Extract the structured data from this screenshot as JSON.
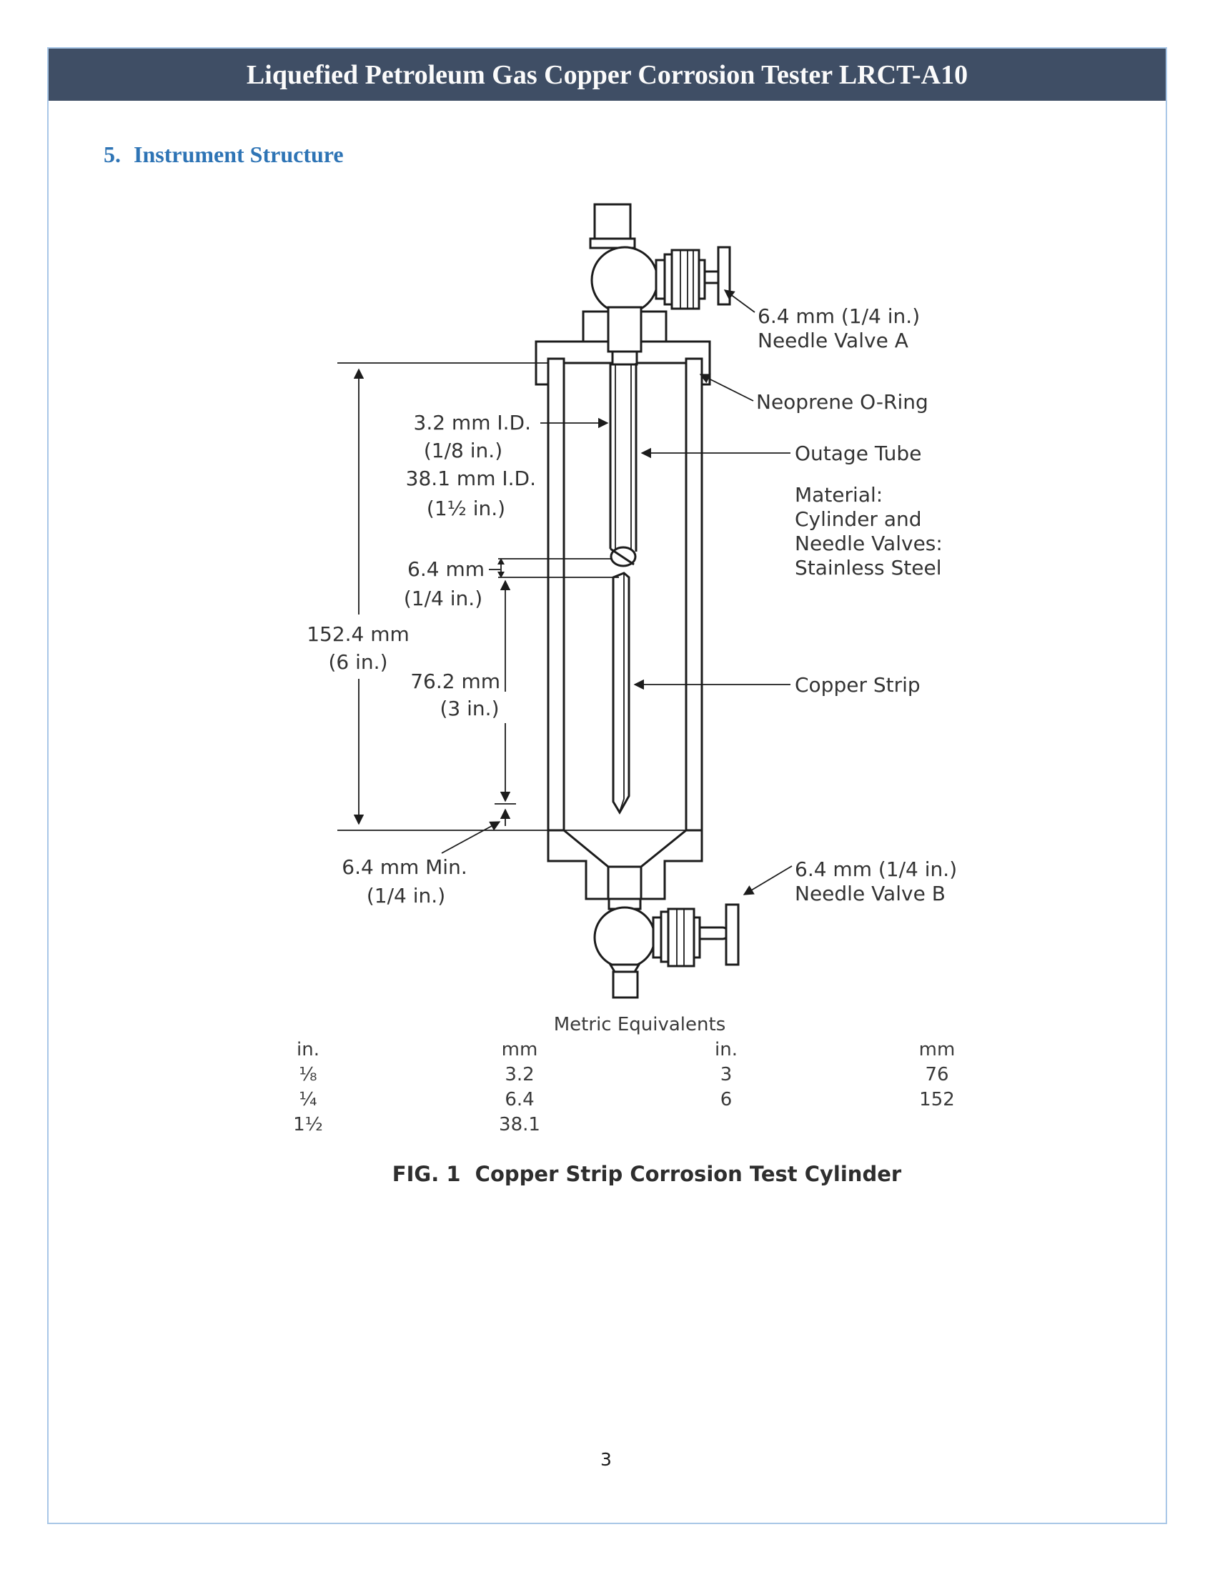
{
  "header": {
    "title": "Liquefied Petroleum Gas Copper Corrosion Tester LRCT-A10"
  },
  "section": {
    "number": "5.",
    "title": "Instrument Structure"
  },
  "figure": {
    "labels": {
      "valve_a_line1": "6.4 mm (1/4 in.)",
      "valve_a_line2": "Needle Valve A",
      "oring": "Neoprene O-Ring",
      "outage_tube": "Outage Tube",
      "material_line1": "Material:",
      "material_line2": "Cylinder and",
      "material_line3": "Needle Valves:",
      "material_line4": "Stainless Steel",
      "copper_strip": "Copper Strip",
      "valve_b_line1": "6.4 mm (1/4 in.)",
      "valve_b_line2": "Needle Valve B",
      "id_small_line1": "3.2 mm I.D.",
      "id_small_line2": "(1/8 in.)",
      "id_large_line1": "38.1 mm I.D.",
      "id_large_line2": "(1½ in.)",
      "gap_top_line1": "6.4 mm",
      "gap_top_line2": "(1/4 in.)",
      "height_line1": "152.4 mm",
      "height_line2": "(6 in.)",
      "strip_line1": "76.2 mm",
      "strip_line2": "(3 in.)",
      "gap_bottom_line1": "6.4 mm Min.",
      "gap_bottom_line2": "(1/4 in.)"
    },
    "caption": "FIG. 1  Copper Strip Corrosion Test Cylinder"
  },
  "table": {
    "title": "Metric Equivalents",
    "col1": {
      "header": "in.",
      "rows": [
        "⅛",
        "¼",
        "1½"
      ]
    },
    "col2": {
      "header": "mm",
      "rows": [
        "3.2",
        "6.4",
        "38.1"
      ]
    },
    "col3": {
      "header": "in.",
      "rows": [
        "3",
        "6"
      ]
    },
    "col4": {
      "header": "mm",
      "rows": [
        "76",
        "152"
      ]
    }
  },
  "page": {
    "number": "3"
  },
  "colors": {
    "header_bg": "#3f4e65",
    "heading_blue": "#2e74b5",
    "border_blue": "#a9c7e7",
    "line": "#1c1c1c"
  }
}
